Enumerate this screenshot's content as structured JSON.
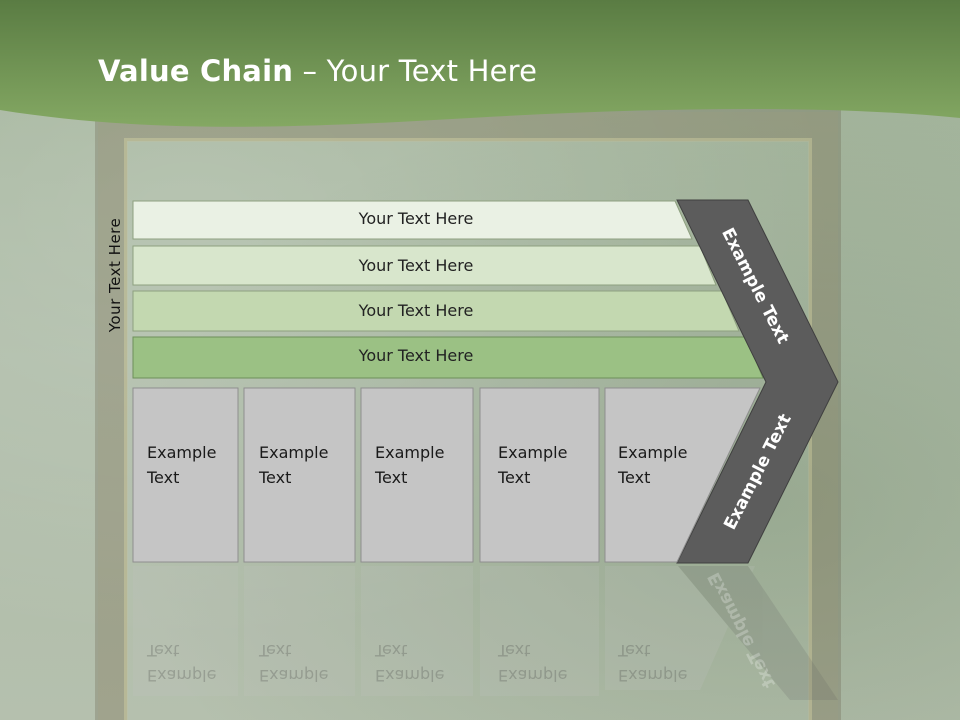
{
  "slide": {
    "title_bold": "Value Chain",
    "title_rest": " – Your Text Here",
    "vertical_label": "Your Text Here"
  },
  "bars": [
    {
      "label": "Your Text Here",
      "fill": "#eaf1e4"
    },
    {
      "label": "Your Text Here",
      "fill": "#d8e6cc"
    },
    {
      "label": "Your Text Here",
      "fill": "#c3d8b0"
    },
    {
      "label": "Your Text Here",
      "fill": "#9bc184"
    }
  ],
  "boxes": [
    {
      "line1": "Example",
      "line2": "Text"
    },
    {
      "line1": "Example",
      "line2": "Text"
    },
    {
      "line1": "Example",
      "line2": "Text"
    },
    {
      "line1": "Example",
      "line2": "Text"
    },
    {
      "line1": "Example",
      "line2": "Text"
    }
  ],
  "chevron": {
    "upper_label": "Example Text",
    "lower_label": "Example Text",
    "fill": "#5c5c5c"
  },
  "colors": {
    "header_green_dark": "#5c7f45",
    "header_green_light": "#86aa64",
    "box_fill": "#c5c5c5",
    "box_border": "#8e8e8e"
  }
}
